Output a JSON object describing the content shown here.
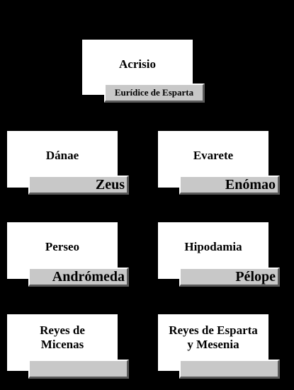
{
  "tree": {
    "root": {
      "name": "Acrisio",
      "spouse": "Eurídice de Esparta"
    },
    "left": [
      {
        "name": "Dánae",
        "spouse": "Zeus"
      },
      {
        "name": "Perseo",
        "spouse": "Andrómeda"
      },
      {
        "name": "Reyes de Micenas",
        "name_line1": "Reyes de",
        "name_line2": "Micenas",
        "spouse": ""
      }
    ],
    "right": [
      {
        "name": "Evarete",
        "spouse": "Enómao"
      },
      {
        "name": "Hipodamia",
        "spouse": "Pélope"
      },
      {
        "name": "Reyes de Esparta y Mesenia",
        "name_line1": "Reyes de Esparta",
        "name_line2": "y Mesenia",
        "spouse": ""
      }
    ]
  },
  "colors": {
    "background": "#000000",
    "node": "#ffffff",
    "spouse_bar": "#c8c8c8"
  }
}
